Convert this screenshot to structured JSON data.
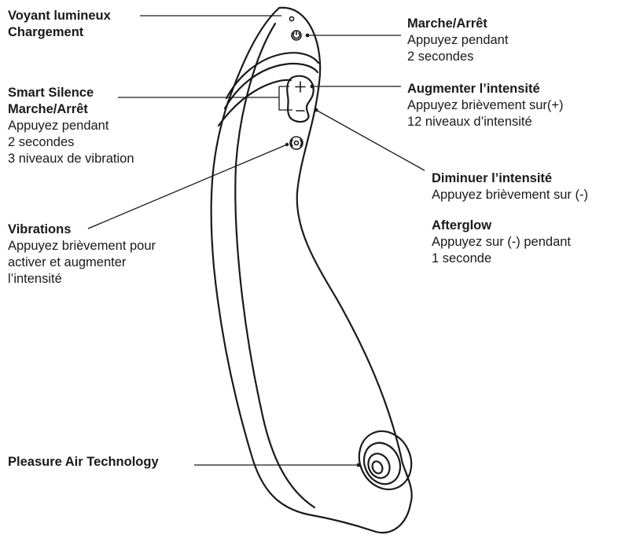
{
  "labels": {
    "voyant": {
      "lines": [
        "Voyant lumineux",
        "Chargement"
      ]
    },
    "smart_silence": {
      "titles": [
        "Smart Silence",
        "Marche/Arrêt"
      ],
      "desc": [
        "Appuyez pendant",
        "2 secondes",
        "3 niveaux de vibration"
      ]
    },
    "vibrations": {
      "title": "Vibrations",
      "desc": [
        "Appuyez brièvement pour",
        "activer et augmenter",
        "l’intensité"
      ]
    },
    "pleasure_air": {
      "title": "Pleasure Air Technology"
    },
    "marche_arret": {
      "title": "Marche/Arrêt",
      "desc": [
        "Appuyez pendant",
        "2 secondes"
      ]
    },
    "augmenter": {
      "title": "Augmenter l’intensité",
      "desc": [
        "Appuyez brièvement sur(+)",
        "12 niveaux d’intensité"
      ]
    },
    "diminuer": {
      "title": "Diminuer l’intensité",
      "desc": [
        "Appuyez brièvement sur (-)"
      ]
    },
    "afterglow": {
      "title": "Afterglow",
      "desc": [
        "Appuyez sur (-) pendant",
        "1 seconde"
      ]
    }
  },
  "colors": {
    "ink": "#1a1a1a",
    "background": "#ffffff"
  },
  "icons": {
    "power": "power-icon",
    "plus": "plus-icon",
    "minus": "minus-icon",
    "vibration": "vibration-icon",
    "led": "led-indicator-icon",
    "air_nozzle": "air-nozzle-icon"
  }
}
